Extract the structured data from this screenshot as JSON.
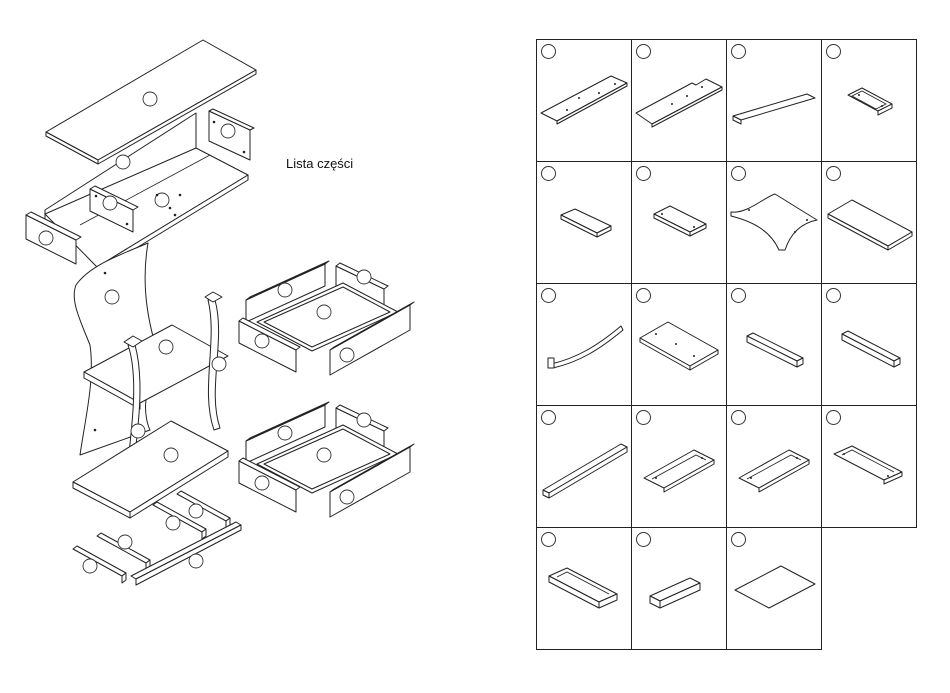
{
  "title": "Lista części",
  "parts_grid": {
    "columns": 4,
    "rows": 5,
    "cells": [
      {
        "icon": "long-panel-with-holes-icon"
      },
      {
        "icon": "long-panel-notched-icon"
      },
      {
        "icon": "long-thin-strip-icon"
      },
      {
        "icon": "small-tray-icon"
      },
      {
        "icon": "small-panel-icon"
      },
      {
        "icon": "small-panel-with-holes-icon"
      },
      {
        "icon": "curved-shelf-icon"
      },
      {
        "icon": "flat-board-icon"
      },
      {
        "icon": "curved-leg-icon"
      },
      {
        "icon": "rectangular-panel-icon"
      },
      {
        "icon": "short-rail-icon"
      },
      {
        "icon": "short-rail-icon"
      },
      {
        "icon": "long-rail-icon"
      },
      {
        "icon": "channel-panel-icon"
      },
      {
        "icon": "channel-panel-icon"
      },
      {
        "icon": "channel-panel-icon"
      },
      {
        "icon": "channel-board-icon"
      },
      {
        "icon": "drawer-front-strip-icon"
      },
      {
        "icon": "thin-sheet-icon"
      }
    ]
  }
}
